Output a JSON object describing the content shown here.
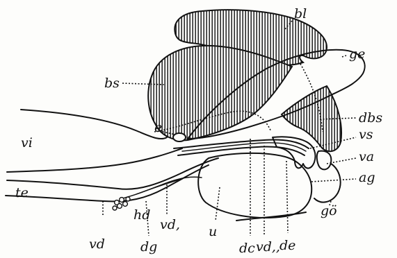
{
  "labels": {
    "bl": "bl",
    "ge": "ge",
    "bs": "bs",
    "dbs": "dbs",
    "vi": "vi",
    "e": "e",
    "vs": "vs",
    "va": "va",
    "ag": "ag",
    "te": "te",
    "hd": "hd",
    "vd1": "vd,",
    "go": "gö",
    "u": "u",
    "vd": "vd",
    "dg": "dg",
    "dc": "dc",
    "vd2": "vd,,",
    "de": "de"
  },
  "colors": {
    "ink": "#111111",
    "paper": "#fdfdfb"
  }
}
